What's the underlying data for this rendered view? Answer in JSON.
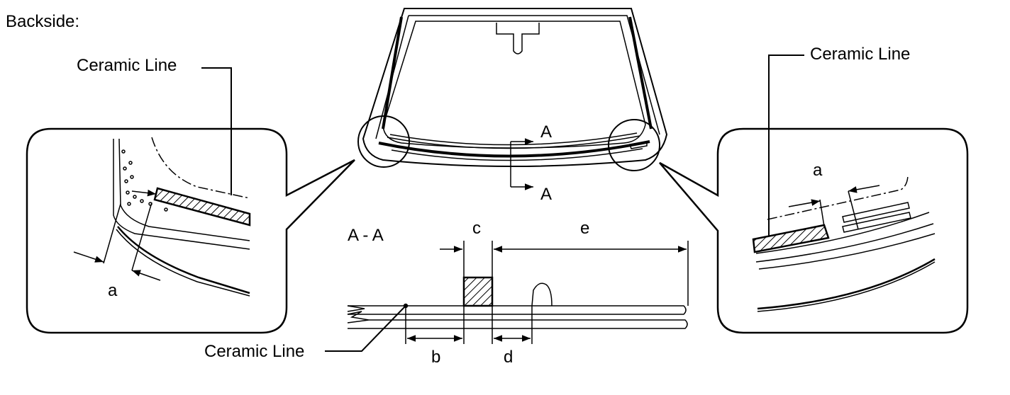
{
  "header": {
    "title": "Backside:"
  },
  "callouts": {
    "ceramic_line_left": "Ceramic Line",
    "ceramic_line_right": "Ceramic Line",
    "ceramic_line_section": "Ceramic Line"
  },
  "section": {
    "title": "A - A",
    "marker_top": "A",
    "marker_bottom": "A"
  },
  "dimensions": {
    "a_left": "a",
    "a_right": "a",
    "b": "b",
    "c": "c",
    "d": "d",
    "e": "e"
  },
  "colors": {
    "line": "#000000",
    "background": "#ffffff"
  }
}
